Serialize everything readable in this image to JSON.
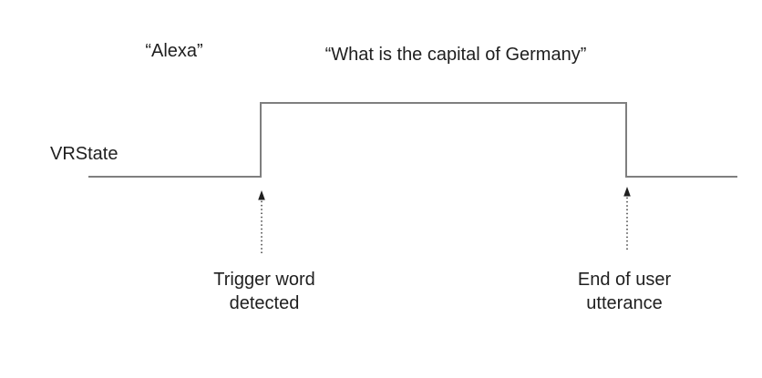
{
  "utterances": {
    "trigger": "“Alexa”",
    "query": "“What is the capital of Germany”"
  },
  "signal": {
    "name": "VRState",
    "shape": "low-high-low pulse",
    "high_between_events": [
      "trigger word detected",
      "end of user utterance"
    ]
  },
  "annotations": {
    "trigger_detected": "Trigger word\ndetected",
    "end_of_utterance": "End of user\nutterance"
  },
  "colors": {
    "background": "#ffffff",
    "text": "#1f1f1f",
    "signal_line": "#7f7f7f",
    "arrow": "#1f1f1f"
  }
}
